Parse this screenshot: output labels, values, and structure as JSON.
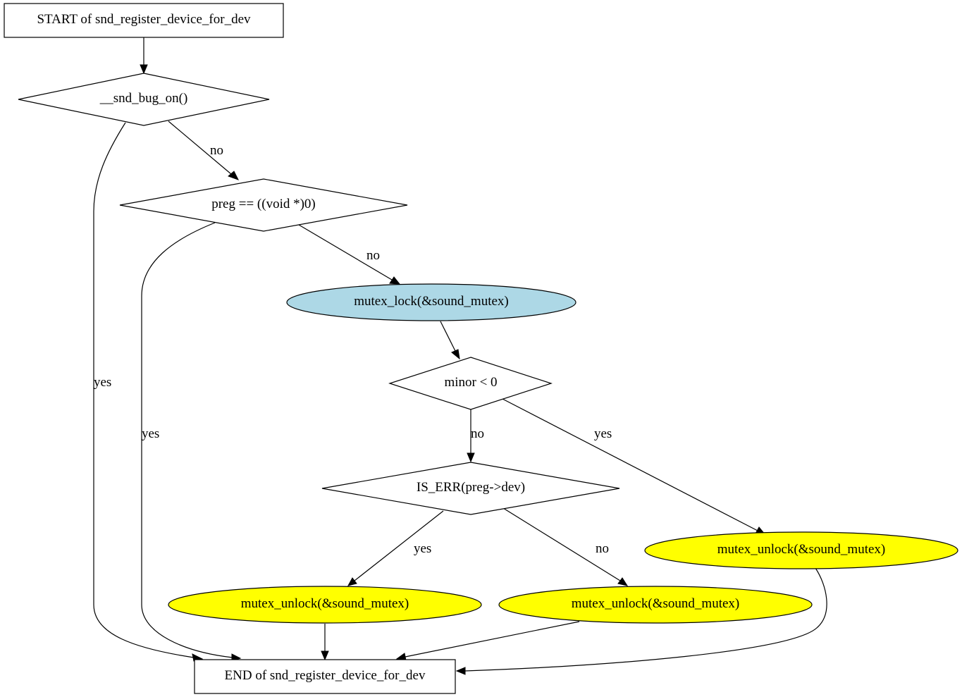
{
  "nodes": {
    "start": {
      "label": "START of snd_register_device_for_dev",
      "shape": "box",
      "fill": "#ffffff"
    },
    "bug_on": {
      "label": "__snd_bug_on()",
      "shape": "diamond",
      "fill": "#ffffff"
    },
    "preg_null": {
      "label": "preg == ((void *)0)",
      "shape": "diamond",
      "fill": "#ffffff"
    },
    "mutex_lock": {
      "label": "mutex_lock(&sound_mutex)",
      "shape": "ellipse",
      "fill": "#add8e6"
    },
    "minor_lt0": {
      "label": "minor < 0",
      "shape": "diamond",
      "fill": "#ffffff"
    },
    "is_err": {
      "label": "IS_ERR(preg->dev)",
      "shape": "diamond",
      "fill": "#ffffff"
    },
    "unlock_right": {
      "label": "mutex_unlock(&sound_mutex)",
      "shape": "ellipse",
      "fill": "#ffff00"
    },
    "unlock_left": {
      "label": "mutex_unlock(&sound_mutex)",
      "shape": "ellipse",
      "fill": "#ffff00"
    },
    "unlock_mid": {
      "label": "mutex_unlock(&sound_mutex)",
      "shape": "ellipse",
      "fill": "#ffff00"
    },
    "end": {
      "label": "END of snd_register_device_for_dev",
      "shape": "box",
      "fill": "#ffffff"
    }
  },
  "edges": {
    "start_bug": {
      "from": "start",
      "to": "bug_on",
      "label": ""
    },
    "bug_yes": {
      "from": "bug_on",
      "to": "end",
      "label": "yes"
    },
    "bug_no": {
      "from": "bug_on",
      "to": "preg_null",
      "label": "no"
    },
    "preg_yes": {
      "from": "preg_null",
      "to": "end",
      "label": "yes"
    },
    "preg_no": {
      "from": "preg_null",
      "to": "mutex_lock",
      "label": "no"
    },
    "lock_minor": {
      "from": "mutex_lock",
      "to": "minor_lt0",
      "label": ""
    },
    "minor_no": {
      "from": "minor_lt0",
      "to": "is_err",
      "label": "no"
    },
    "minor_yes": {
      "from": "minor_lt0",
      "to": "unlock_right",
      "label": "yes"
    },
    "err_yes": {
      "from": "is_err",
      "to": "unlock_left",
      "label": "yes"
    },
    "err_no": {
      "from": "is_err",
      "to": "unlock_mid",
      "label": "no"
    },
    "left_end": {
      "from": "unlock_left",
      "to": "end",
      "label": ""
    },
    "mid_end": {
      "from": "unlock_mid",
      "to": "end",
      "label": ""
    },
    "right_end": {
      "from": "unlock_right",
      "to": "end",
      "label": ""
    }
  }
}
